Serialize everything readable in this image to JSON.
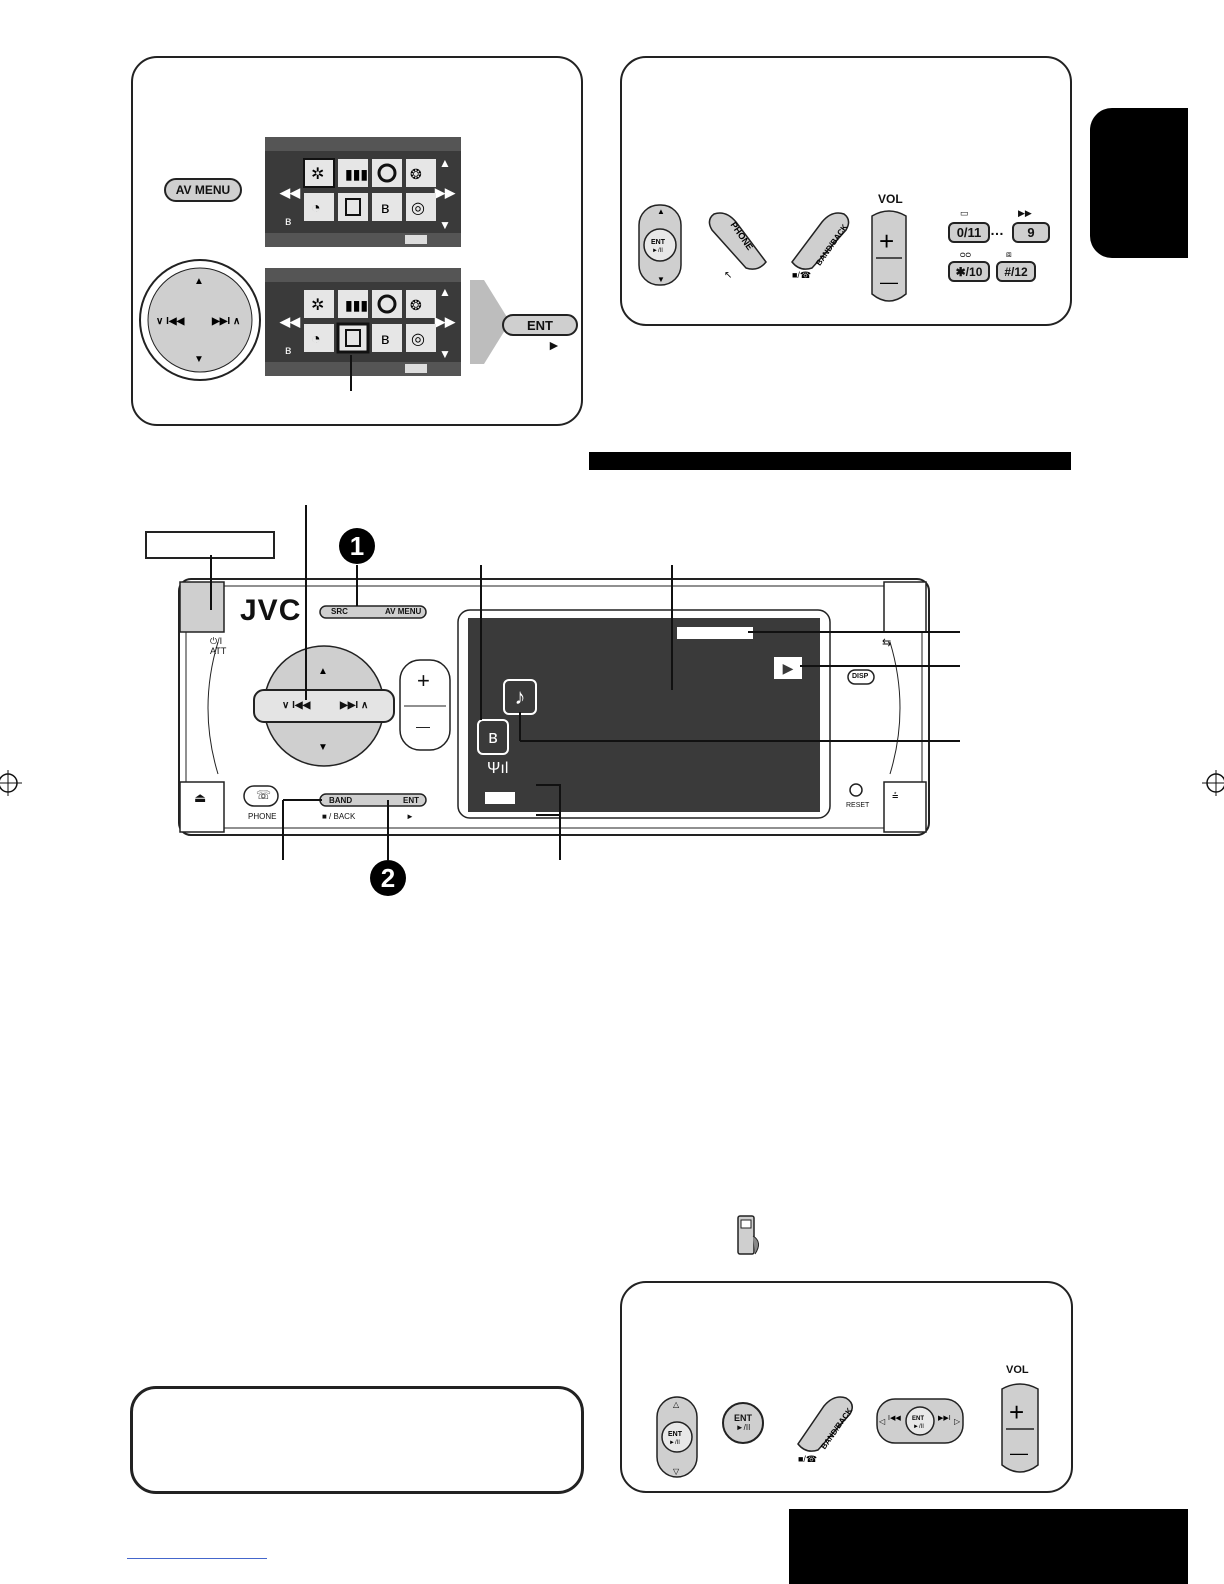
{
  "menu_panel": {
    "av_menu_button": "AV MENU",
    "ent_button": "ENT",
    "play_glyph": "►",
    "menu_icons": [
      "gear-icon",
      "equalizer-icon",
      "speaker-icon",
      "surround-icon",
      "dimmer-icon",
      "display-icon",
      "bluetooth-icon",
      "disc-icon"
    ]
  },
  "remote_panel_top": {
    "ent_label": "ENT",
    "ent_sub": "►/II",
    "phone_label": "PHONE",
    "bandback_label": "BAND/BACK",
    "vol_label": "VOL",
    "vol_plus": "+",
    "vol_minus": "—",
    "key_0": "0/11",
    "key_9": "9",
    "key_star": "✱/10",
    "key_hash": "#/12",
    "ellipsis": "…"
  },
  "unit": {
    "brand": "JVC",
    "src_label": "SRC",
    "av_menu_label": "AV MENU",
    "power_label": "⏻/I",
    "att_label": "ATT",
    "phone_label": "PHONE",
    "band_label": "BAND",
    "ent_label": "ENT",
    "back_label": "■ / BACK",
    "play_label": "►",
    "disp_label": "DISP",
    "reset_label": "RESET",
    "vol_plus": "+",
    "vol_minus": "—",
    "prev_label": "∨ I◀◀",
    "next_label": "▶▶I ∧",
    "eject_glyph": "⏏"
  },
  "callouts": {
    "step1": "1",
    "step2": "2"
  },
  "remote_panel_bottom": {
    "ent_label": "ENT",
    "ent_sub": "►/II",
    "bandback_label": "BAND/BACK",
    "vol_label": "VOL",
    "vol_plus": "+",
    "vol_minus": "—"
  },
  "colors": {
    "gray_fill": "#cfcfcf",
    "dark_screen": "#3a3a3a",
    "black_bar": "#000000"
  }
}
